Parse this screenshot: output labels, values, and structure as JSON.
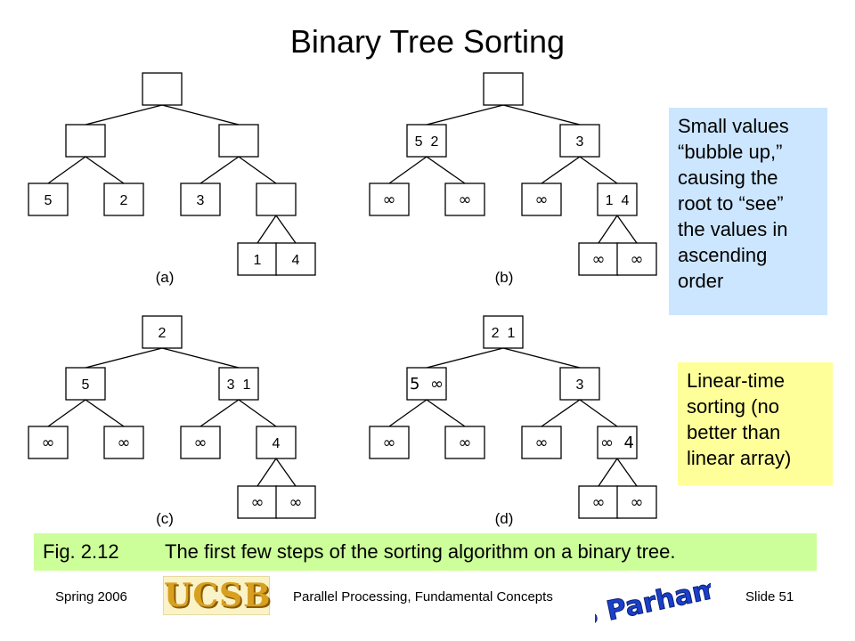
{
  "title": "Binary Tree Sorting",
  "diagrams": [
    {
      "label": "(a)",
      "nodes": {
        "root": "",
        "l": "",
        "r": "",
        "ll": "5",
        "lr": "2",
        "rl": "3",
        "rr": "",
        "rrl": "1",
        "rrr": "4"
      }
    },
    {
      "label": "(b)",
      "nodes": {
        "root": "",
        "l": "5  2",
        "r": "3",
        "ll": "∞",
        "lr": "∞",
        "rl": "∞",
        "rr": "1  4",
        "rrl": "∞",
        "rrr": "∞"
      }
    },
    {
      "label": "(c)",
      "nodes": {
        "root": "2",
        "l": "5",
        "r": "3  1",
        "ll": "∞",
        "lr": "∞",
        "rl": "∞",
        "rr": "4",
        "rrl": "∞",
        "rrr": "∞"
      }
    },
    {
      "label": "(d)",
      "nodes": {
        "root": "2  1",
        "l": "5  ∞",
        "r": "3",
        "ll": "∞",
        "lr": "∞",
        "rl": "∞",
        "rr": "∞  4",
        "rrl": "∞",
        "rrr": "∞"
      }
    }
  ],
  "notes": {
    "blue_lines": [
      "Small values",
      "“bubble up,”",
      "causing the",
      "root to “see”",
      "the values in",
      "ascending",
      "order"
    ],
    "yellow_lines": [
      "Linear-time",
      "sorting (no",
      "better than",
      "linear array)"
    ],
    "colors": {
      "blue": "#cce6ff",
      "yellow": "#ffff99",
      "caption_bg": "#ccff99"
    }
  },
  "caption": {
    "number": "Fig. 2.12",
    "text": "The first few steps of the sorting algorithm on a binary tree."
  },
  "footer": {
    "left": "Spring  2006",
    "center": "Parallel Processing, Fundamental Concepts",
    "right": "Slide 51",
    "logo_left": "UCSB",
    "logo_right": "B Parhami"
  }
}
